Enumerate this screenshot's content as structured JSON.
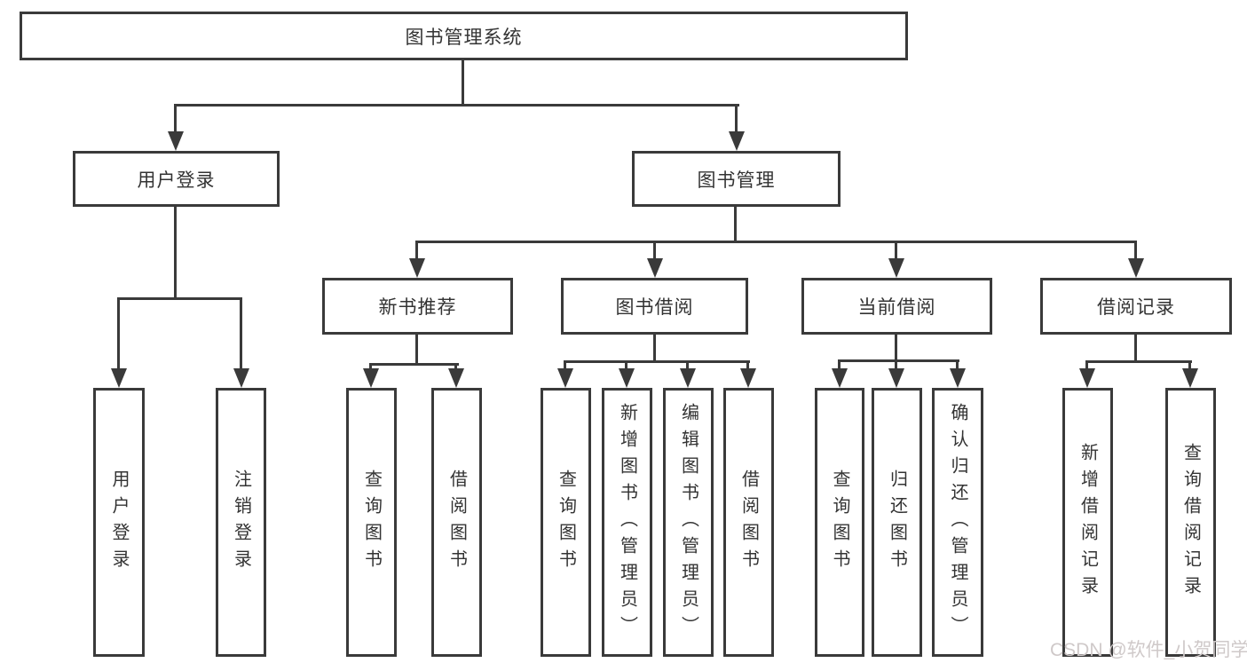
{
  "diagram": {
    "title": "图书管理系统",
    "root": {
      "label": "图书管理系统"
    },
    "level2": [
      {
        "label": "用户登录"
      },
      {
        "label": "图书管理"
      }
    ],
    "level3": [
      {
        "label": "新书推荐"
      },
      {
        "label": "图书借阅"
      },
      {
        "label": "当前借阅"
      },
      {
        "label": "借阅记录"
      }
    ],
    "leaves": {
      "userLogin": [
        {
          "label": "用户登录"
        },
        {
          "label": "注销登录"
        }
      ],
      "newBook": [
        {
          "label": "查询图书"
        },
        {
          "label": "借阅图书"
        }
      ],
      "bookBorrow": [
        {
          "label": "查询图书"
        },
        {
          "label": "新增图书（管理员）"
        },
        {
          "label": "编辑图书（管理员）"
        },
        {
          "label": "借阅图书"
        }
      ],
      "currentBorrow": [
        {
          "label": "查询图书"
        },
        {
          "label": "归还图书"
        },
        {
          "label": "确认归还（管理员）"
        }
      ],
      "borrowRecord": [
        {
          "label": "新增借阅记录"
        },
        {
          "label": "查询借阅记录"
        }
      ]
    }
  },
  "watermark": {
    "text": "CSDN @软件_小贺同学"
  },
  "colors": {
    "line": "#3a3a3a",
    "text": "#333333",
    "background": "#ffffff",
    "watermark": "#cfc9c9"
  }
}
